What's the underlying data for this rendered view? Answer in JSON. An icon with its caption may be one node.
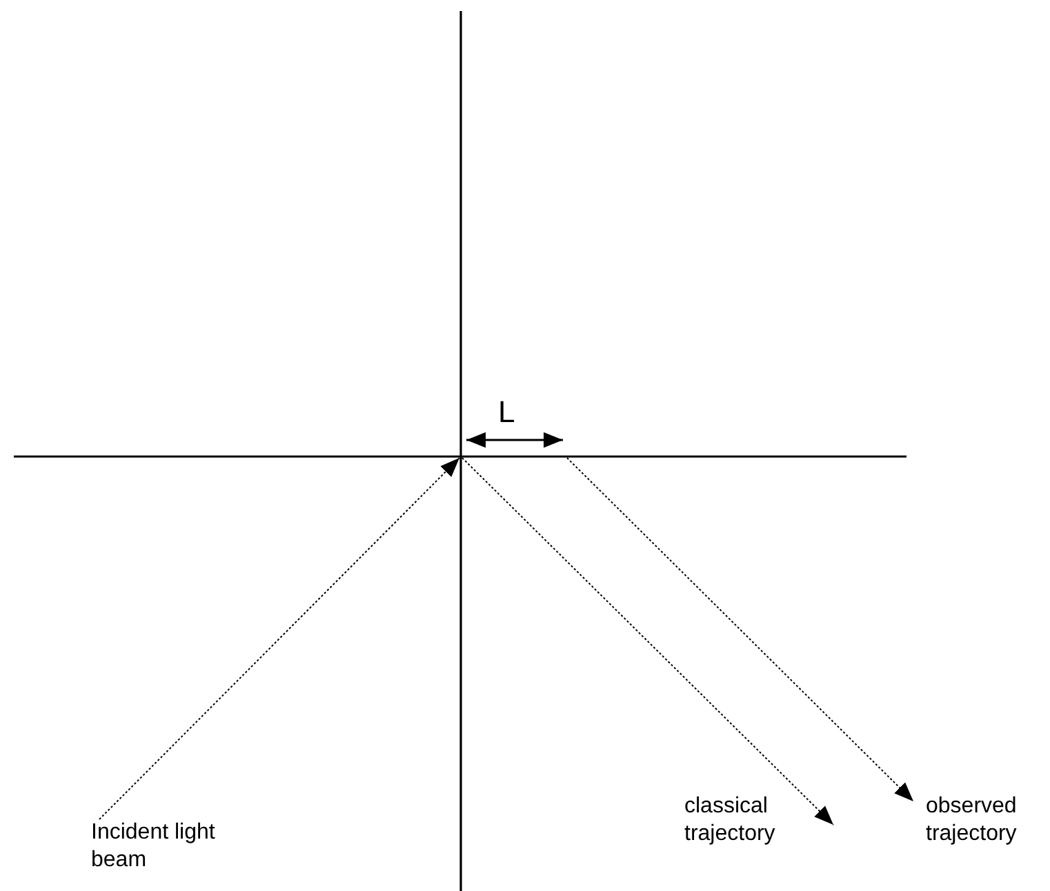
{
  "diagram": {
    "nodes": [
      {
        "text": [
          "Incident light beam"
        ]
      },
      {
        "text": [
          "classical trajectory"
        ]
      },
      {
        "text": [
          "observed trajectory"
        ]
      }
    ],
    "edges": [
      {
        "from": 0,
        "to": null,
        "arrow": "to"
      },
      {
        "from": null,
        "to": 1,
        "arrow": "to"
      },
      {
        "from": null,
        "to": 2,
        "arrow": "to"
      }
    ],
    "labels": [
      "L"
    ]
  }
}
